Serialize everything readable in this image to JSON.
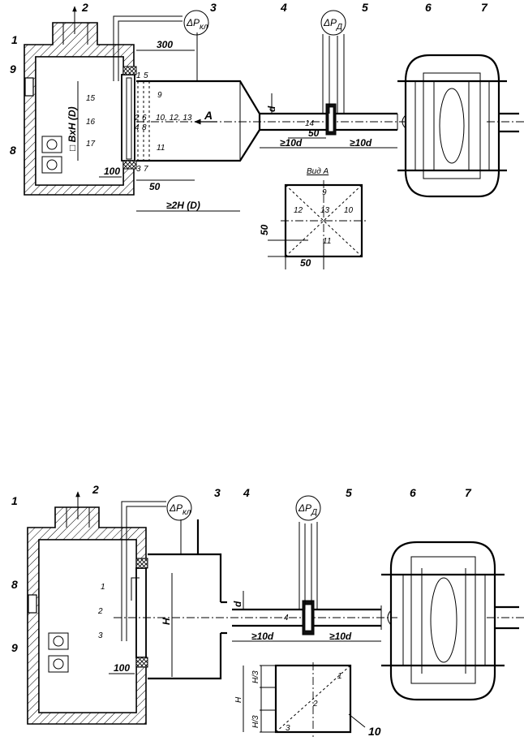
{
  "diagram_top": {
    "part_numbers": [
      "1",
      "2",
      "3",
      "4",
      "5",
      "6",
      "7",
      "8",
      "9"
    ],
    "gauge_valve": {
      "symbol": "ΔP",
      "sub": "кл"
    },
    "gauge_diff": {
      "symbol": "ΔP",
      "sub": "Д"
    },
    "dim_300": "300",
    "dim_d": "d",
    "dim_bxh": "□ BxH (D)",
    "dim_100": "100",
    "dim_50_a": "50",
    "dim_2h": "≥2H (D)",
    "dim_10d_left": "≥10d",
    "dim_10d_right": "≥10d",
    "dim_50_b": "50",
    "arrow_a": "A",
    "points_left": [
      "15",
      "16",
      "17"
    ],
    "points_mid": [
      "1",
      "5",
      "2",
      "6",
      "4",
      "8",
      "3",
      "7",
      "9",
      "11",
      "10, 12, 13",
      "14"
    ],
    "view_a": {
      "title": "Вид А",
      "points": [
        "9",
        "12",
        "13",
        "10",
        "11"
      ],
      "dim_50_v": "50",
      "dim_50_h": "50"
    }
  },
  "diagram_bottom": {
    "part_numbers": [
      "1",
      "2",
      "3",
      "4",
      "5",
      "6",
      "7",
      "8",
      "9",
      "10"
    ],
    "gauge_valve": {
      "symbol": "ΔP",
      "sub": "кл"
    },
    "gauge_diff": {
      "symbol": "ΔP",
      "sub": "Д"
    },
    "dim_h": "H",
    "dim_d": "d",
    "dim_100": "100",
    "dim_10d_left": "≥10d",
    "dim_10d_right": "≥10d",
    "points": [
      "1",
      "2",
      "3",
      "4"
    ],
    "section": {
      "points": [
        "1",
        "2",
        "3"
      ],
      "dim_h": "H",
      "dim_h3_top": "H/3",
      "dim_h3_bot": "H/3"
    }
  }
}
